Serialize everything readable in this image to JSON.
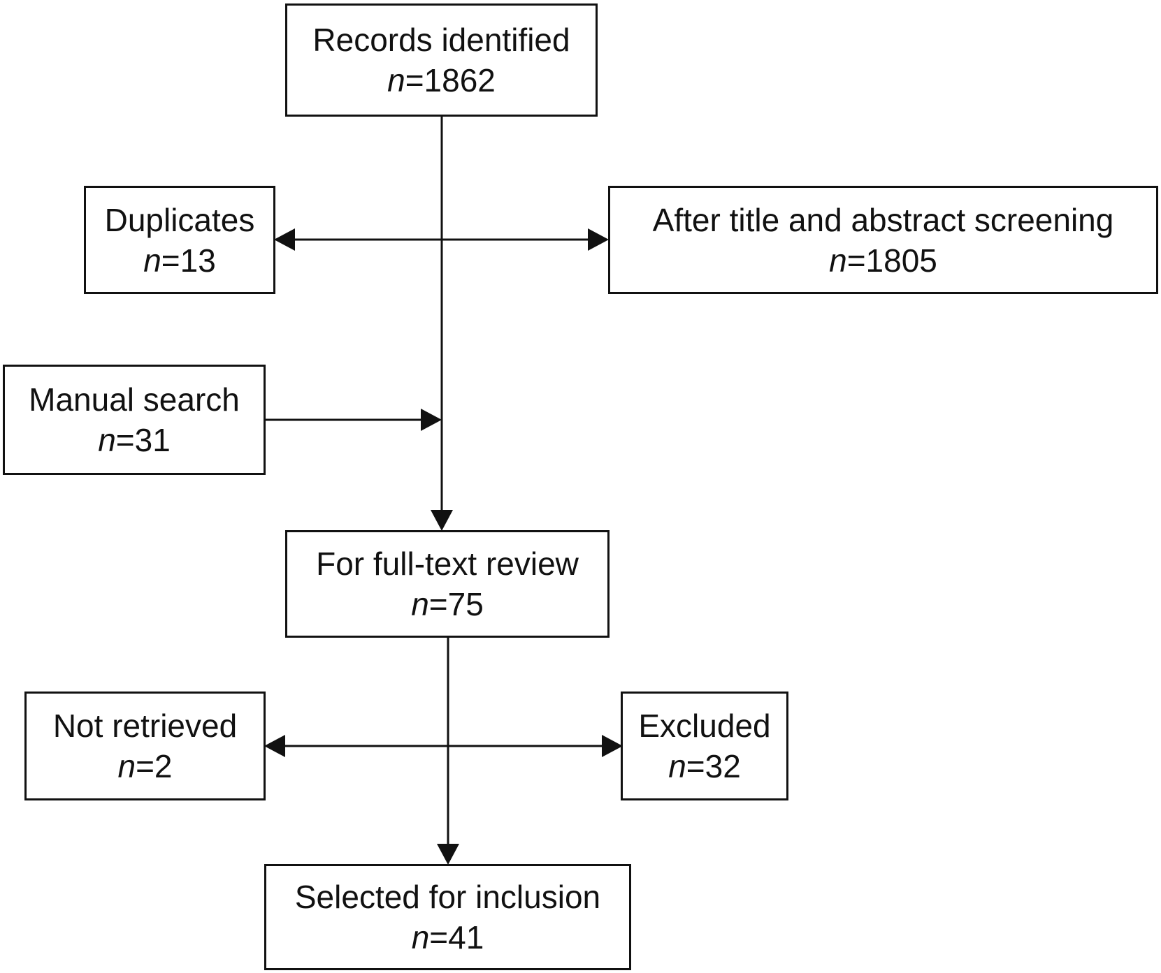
{
  "nodes": {
    "records": {
      "label": "Records identified",
      "n_prefix": "n",
      "n_value": "=1862"
    },
    "duplicates": {
      "label": "Duplicates",
      "n_prefix": "n",
      "n_value": "=13"
    },
    "screening": {
      "label": "After title and abstract screening",
      "n_prefix": "n",
      "n_value": "=1805"
    },
    "manual": {
      "label": "Manual search",
      "n_prefix": "n",
      "n_value": "=31"
    },
    "fulltext": {
      "label": "For full-text review",
      "n_prefix": "n",
      "n_value": "=75"
    },
    "not_retrieved": {
      "label": "Not retrieved",
      "n_prefix": "n",
      "n_value": "=2"
    },
    "excluded": {
      "label": "Excluded",
      "n_prefix": "n",
      "n_value": "=32"
    },
    "selected": {
      "label": "Selected for inclusion",
      "n_prefix": "n",
      "n_value": "=41"
    }
  },
  "colors": {
    "line": "#111111",
    "background": "#ffffff"
  }
}
